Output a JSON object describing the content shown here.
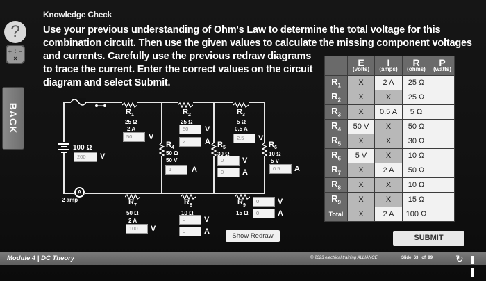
{
  "header": {
    "label": "Knowledge Check",
    "instructions": [
      "Use your previous understanding of Ohm's Law to determine the total voltage for this",
      "combination circuit. Then use the given values to calculate the missing component voltages",
      "and currents. Carefully use the previous redraw diagrams",
      "to trace the current. Enter the correct values on the circuit",
      "diagram and select Submit."
    ]
  },
  "tools": {
    "help_icon": "?",
    "calculator_icon": "+ ÷ − ×",
    "back_label": "BACK"
  },
  "table": {
    "headers": [
      {
        "big": "",
        "small": ""
      },
      {
        "big": "E",
        "small": "(volts)"
      },
      {
        "big": "I",
        "small": "(amps)"
      },
      {
        "big": "R",
        "small": "(ohms)"
      },
      {
        "big": "P",
        "small": "(watts)"
      }
    ],
    "rows": [
      {
        "label": "R",
        "sub": "1",
        "e": "X",
        "i": "2 A",
        "r": "25 Ω",
        "p": ""
      },
      {
        "label": "R",
        "sub": "2",
        "e": "X",
        "i": "X",
        "r": "25 Ω",
        "p": ""
      },
      {
        "label": "R",
        "sub": "3",
        "e": "X",
        "i": "0.5 A",
        "r": "5 Ω",
        "p": ""
      },
      {
        "label": "R",
        "sub": "4",
        "e": "50 V",
        "i": "X",
        "r": "50 Ω",
        "p": ""
      },
      {
        "label": "R",
        "sub": "5",
        "e": "X",
        "i": "X",
        "r": "30 Ω",
        "p": ""
      },
      {
        "label": "R",
        "sub": "6",
        "e": "5 V",
        "i": "X",
        "r": "10 Ω",
        "p": ""
      },
      {
        "label": "R",
        "sub": "7",
        "e": "X",
        "i": "2 A",
        "r": "50 Ω",
        "p": ""
      },
      {
        "label": "R",
        "sub": "8",
        "e": "X",
        "i": "X",
        "r": "10 Ω",
        "p": ""
      },
      {
        "label": "R",
        "sub": "9",
        "e": "X",
        "i": "X",
        "r": "15 Ω",
        "p": ""
      },
      {
        "label": "Total",
        "sub": "",
        "e": "X",
        "i": "2 A",
        "r": "100 Ω",
        "p": ""
      }
    ]
  },
  "circuit": {
    "source": {
      "resistance": "100 Ω",
      "voltage_input": "200",
      "unit": "V"
    },
    "ammeter": {
      "symbol": "A",
      "label": "2 amp"
    },
    "r1": {
      "name": "R",
      "sub": "1",
      "ohms": "25 Ω",
      "amps": "2 A",
      "v_input": "50",
      "v_unit": "V"
    },
    "r2": {
      "name": "R",
      "sub": "2",
      "ohms": "25 Ω",
      "v_input": "50",
      "v_unit": "V",
      "a_input": "2",
      "a_unit": "A"
    },
    "r3": {
      "name": "R",
      "sub": "3",
      "ohms": "5 Ω",
      "amps": "0.5 A",
      "v_input": "2.5",
      "v_unit": "V"
    },
    "r4": {
      "name": "R",
      "sub": "4",
      "ohms": "50 Ω",
      "volts": "50 V",
      "a_input": "1",
      "a_unit": "A"
    },
    "r5": {
      "name": "R",
      "sub": "5",
      "ohms": "30 Ω",
      "v_input": "0",
      "v_unit": "V",
      "a_input": "0",
      "a_unit": "A"
    },
    "r6": {
      "name": "R",
      "sub": "6",
      "ohms": "10 Ω",
      "volts": "5 V",
      "a_input": "0.5",
      "a_unit": "A"
    },
    "r7": {
      "name": "R",
      "sub": "7",
      "ohms": "50 Ω",
      "amps": "2 A",
      "v_input": "100",
      "v_unit": "V"
    },
    "r8": {
      "name": "R",
      "sub": "8",
      "ohms": "10 Ω",
      "v_input": "0",
      "v_unit": "V",
      "a_input": "0",
      "a_unit": "A"
    },
    "r9": {
      "name": "R",
      "sub": "9",
      "ohms": "15 Ω",
      "v_input": "0",
      "v_unit": "V",
      "a_input": "0",
      "a_unit": "A"
    },
    "resistor_symbol": "ʌʌʌʌ"
  },
  "buttons": {
    "show_redraw": "Show Redraw",
    "submit": "SUBMIT"
  },
  "footer": {
    "module": "Module 4  |  DC Theory",
    "copyright": "© 2023 electrical training ALLIANCE",
    "slide_label": "Slide",
    "slide_current": "63",
    "slide_of": "of",
    "slide_total": "99",
    "replay_icon": "↻"
  }
}
